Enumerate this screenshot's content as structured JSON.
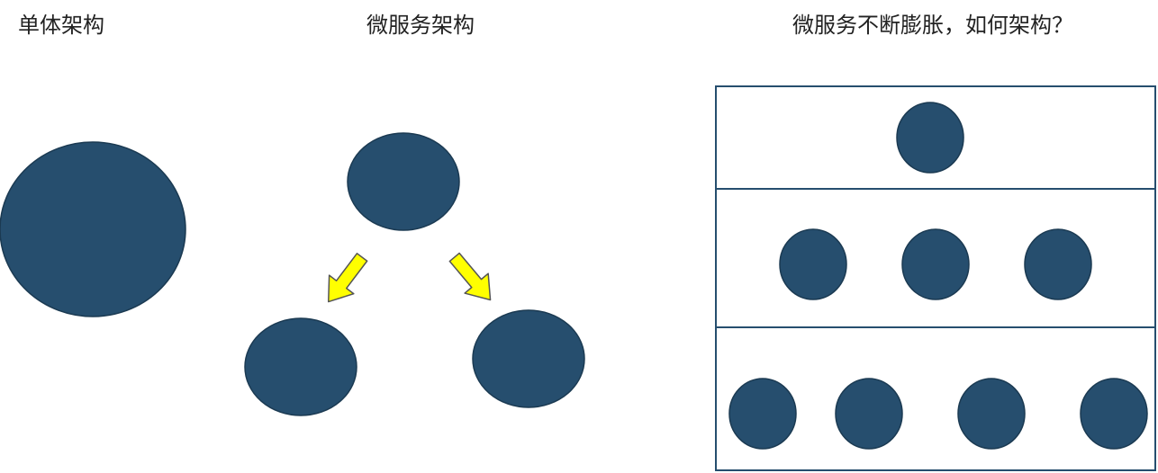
{
  "titles": {
    "monolith": "单体架构",
    "microservice": "微服务架构",
    "expanding": "微服务不断膨胀，如何架构？"
  },
  "colors": {
    "node_fill": "#264e6e",
    "node_stroke": "#1b3a52",
    "arrow_fill": "#ffff00",
    "arrow_stroke": "#555555",
    "frame_stroke": "#264e6e"
  },
  "layers": [
    {
      "name": "layer-1",
      "node_count": 1
    },
    {
      "name": "layer-2",
      "node_count": 3
    },
    {
      "name": "layer-3",
      "node_count": 4
    }
  ]
}
